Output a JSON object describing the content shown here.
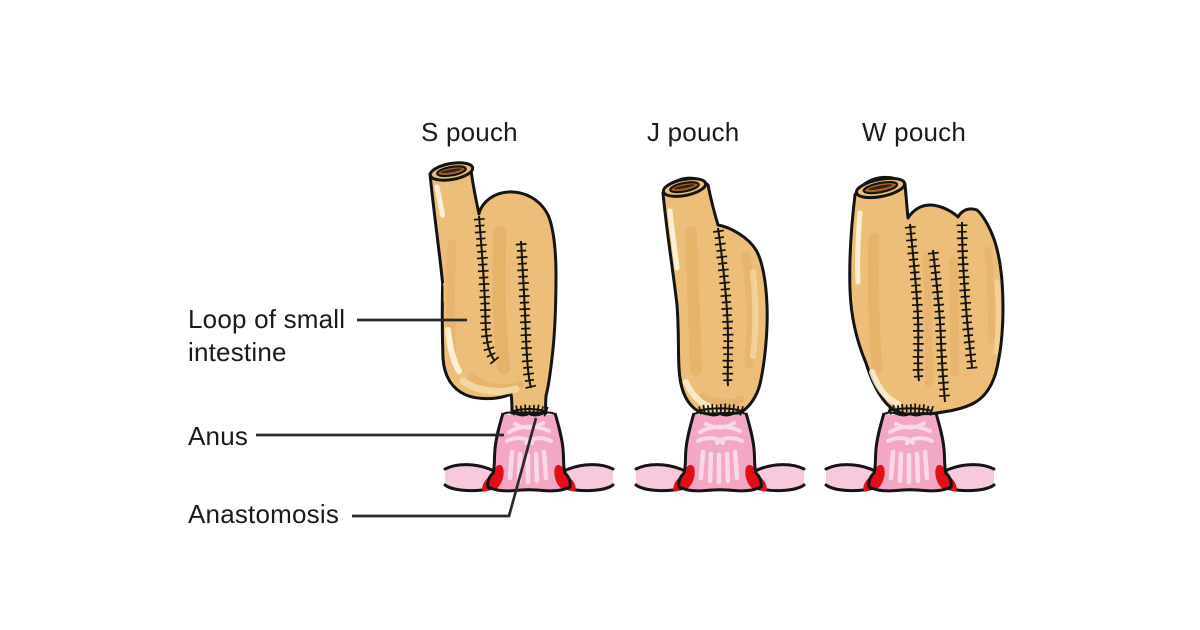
{
  "figure": {
    "panels": [
      {
        "id": "s-pouch",
        "label": "S pouch"
      },
      {
        "id": "j-pouch",
        "label": "J pouch"
      },
      {
        "id": "w-pouch",
        "label": "W pouch"
      }
    ],
    "annotations": [
      {
        "id": "loop",
        "label": "Loop of small intestine"
      },
      {
        "id": "anus",
        "label": "Anus"
      },
      {
        "id": "anastomosis",
        "label": "Anastomosis"
      }
    ]
  },
  "colors": {
    "intestine": "#EDBE7A",
    "intestine_shadow": "#DDA255",
    "intestine_highlight": "#FAF0D6",
    "lumen": "#A4651F",
    "lumen_slit": "#3A220B",
    "outline": "#141414",
    "anal_canal": "#F2A8C5",
    "anal_floor": "#F6C9DC",
    "anal_ridges": "#FAD9E7",
    "sphincter_red": "#E30E16",
    "label_line": "#2A2A2A",
    "text": "#1A1A1A",
    "bg": "#FFFFFF"
  }
}
